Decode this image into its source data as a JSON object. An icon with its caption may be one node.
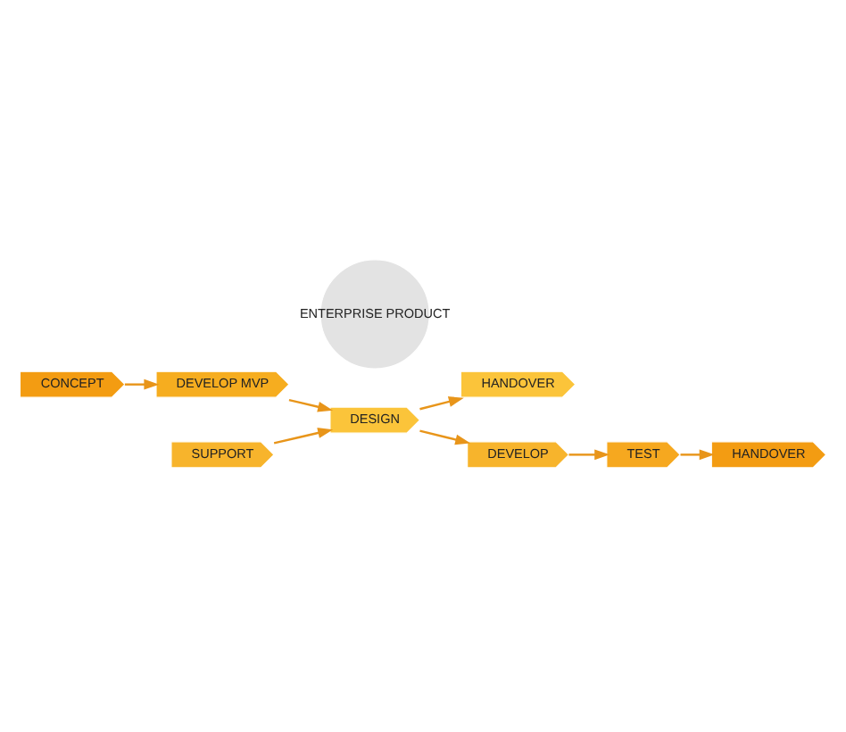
{
  "diagram": {
    "nodes": [
      {
        "text": [
          "CONCEPT"
        ]
      },
      {
        "text": [
          "DEVELOP MVP"
        ]
      },
      {
        "text": [
          "DESIGN"
        ]
      },
      {
        "text": [
          "HANDOVER"
        ]
      },
      {
        "text": [
          "DEVELOP"
        ]
      },
      {
        "text": [
          "TEST"
        ]
      },
      {
        "text": [
          "SUPPORT"
        ]
      },
      {
        "text": [
          "HANDOVER"
        ]
      },
      {
        "text": [
          "ENTERPRISE PRODUCT"
        ]
      }
    ],
    "edges": [
      {
        "from": 0,
        "to": 1,
        "arrow": "to"
      },
      {
        "from": 1,
        "to": 2,
        "arrow": "to"
      },
      {
        "from": 2,
        "to": 3,
        "arrow": "to"
      },
      {
        "from": 2,
        "to": 4,
        "arrow": "to"
      },
      {
        "from": 4,
        "to": 5,
        "arrow": "to"
      },
      {
        "from": 5,
        "to": 7,
        "arrow": "to"
      },
      {
        "from": 6,
        "to": 2,
        "arrow": "to"
      }
    ]
  }
}
